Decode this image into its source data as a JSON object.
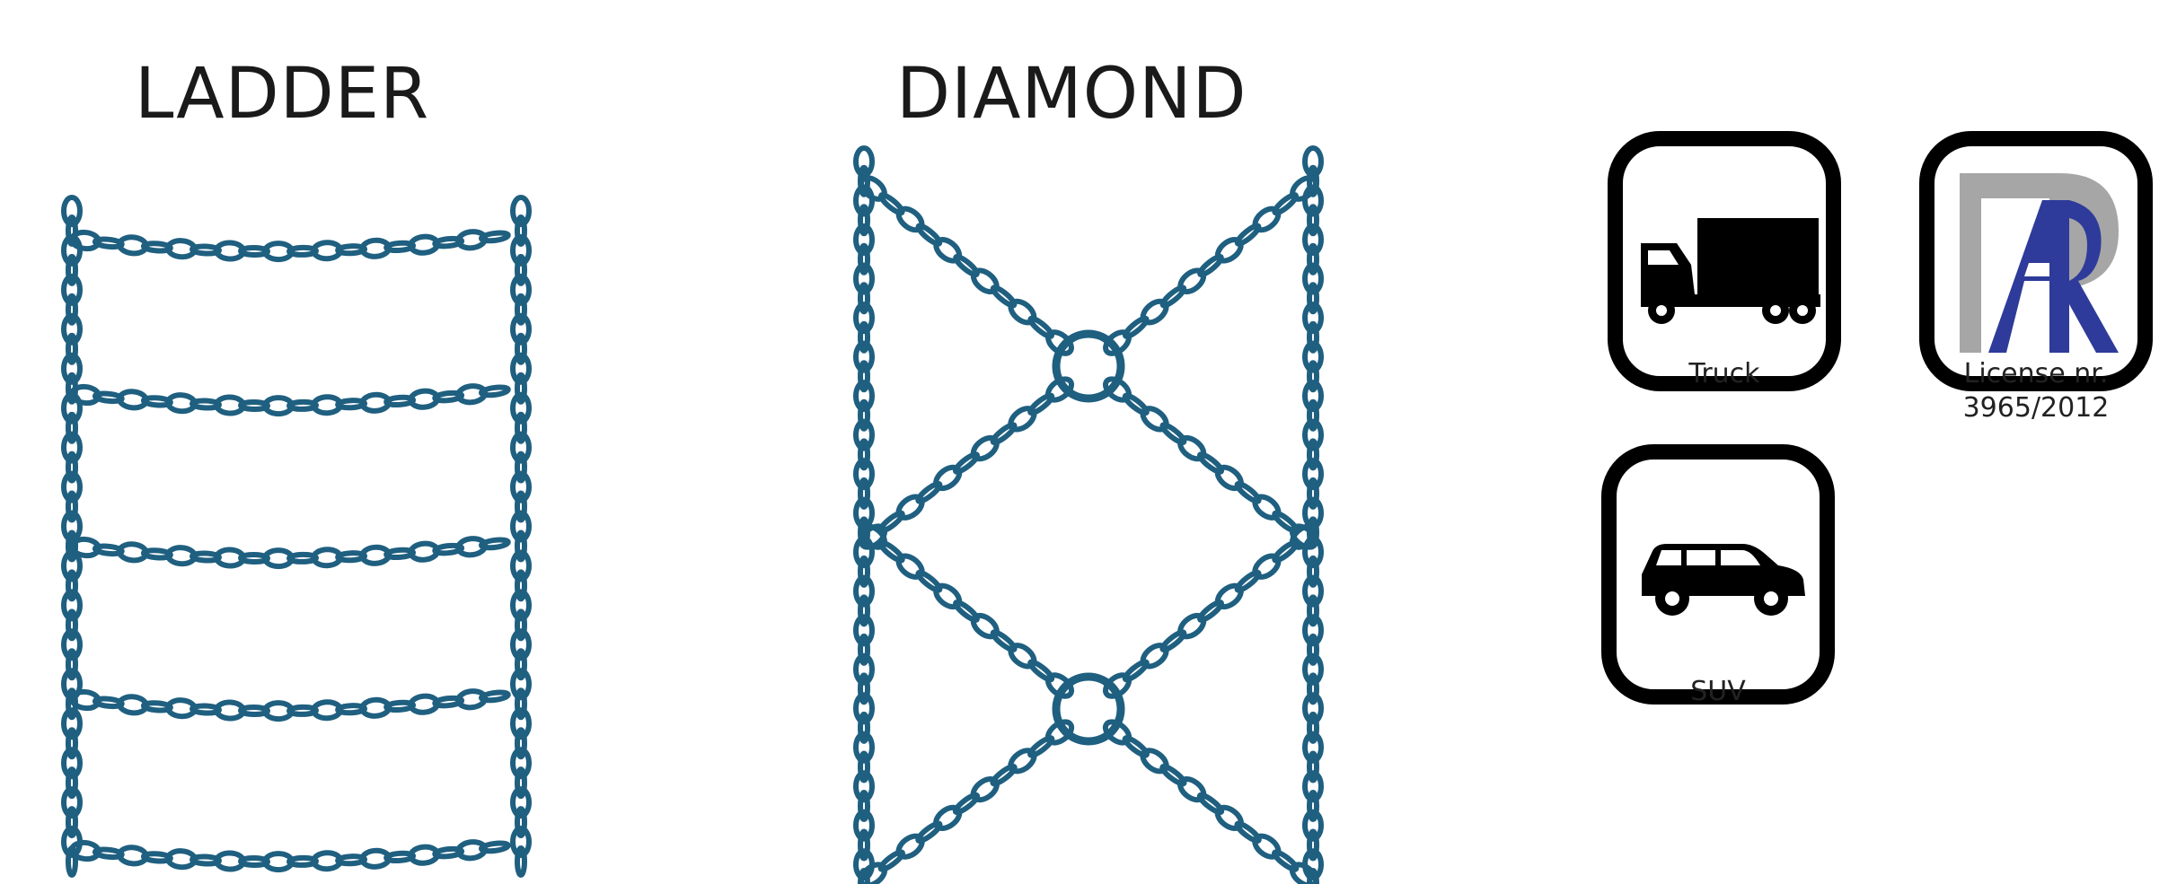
{
  "patterns": {
    "ladder": {
      "title": "LADDER",
      "rungs": 5
    },
    "diamond": {
      "title": "DIAMOND",
      "rings": 2
    }
  },
  "badges": {
    "truck": {
      "icon": "truck-icon",
      "label": "Truck"
    },
    "license": {
      "icon": "ar-logo-icon",
      "label_line1": "License nr.",
      "label_line2": "3965/2012"
    },
    "suv": {
      "icon": "suv-icon",
      "label": "SUV"
    }
  },
  "colors": {
    "chain": "#1f5f80",
    "badge_border": "#000000",
    "logo_gray": "#a6a6a6",
    "logo_blue": "#2e3b9a"
  }
}
